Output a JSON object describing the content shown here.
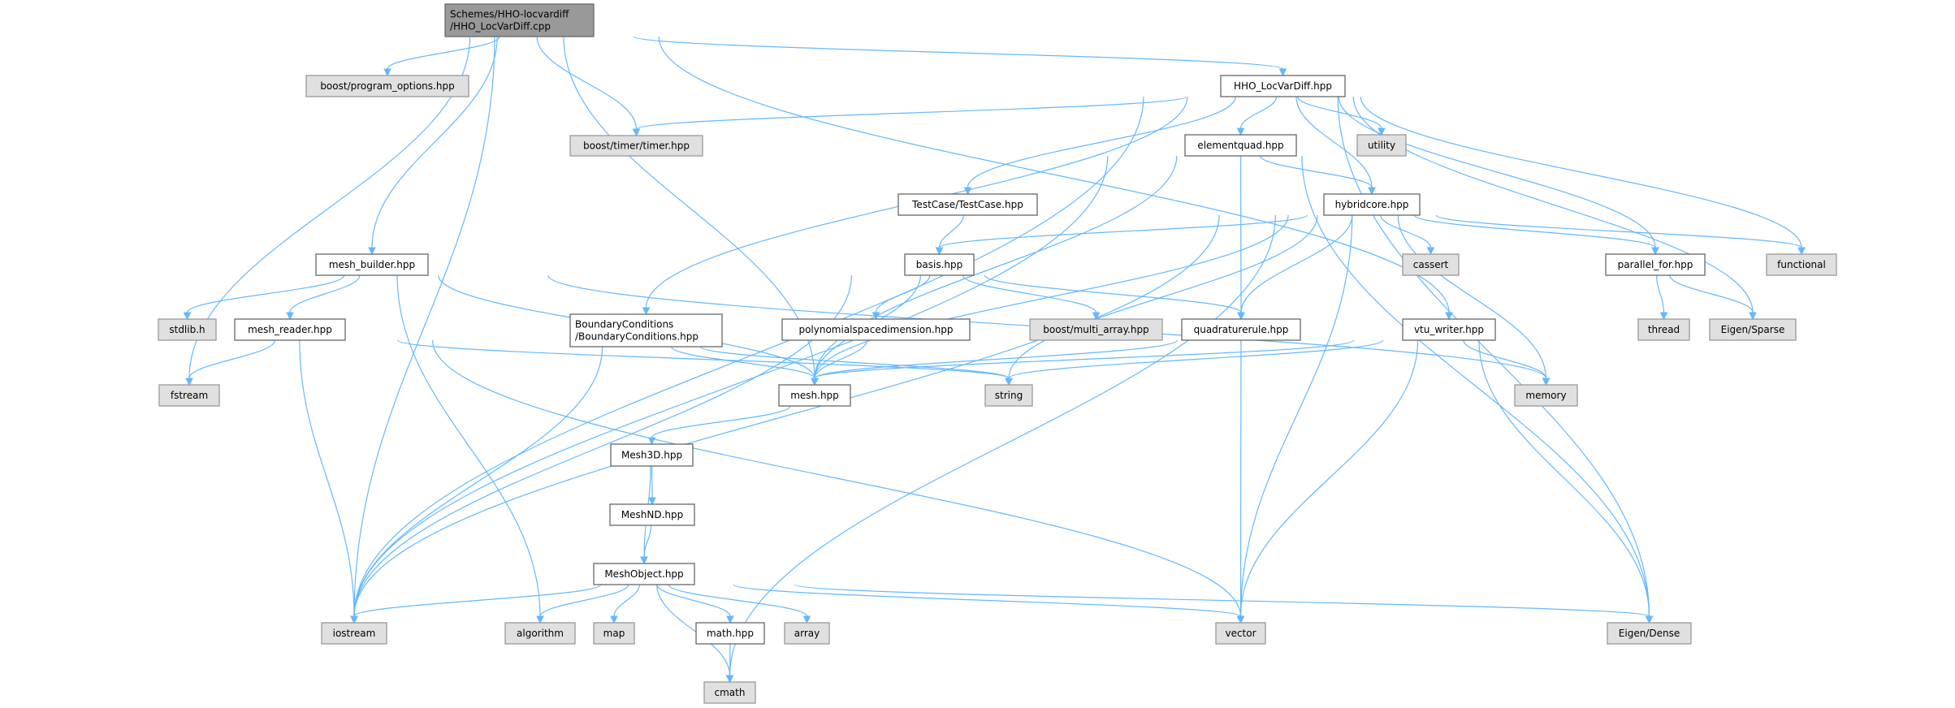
{
  "colors": {
    "edge": "#63b8ff",
    "root_fill": "#999999",
    "local_fill": "#ffffff",
    "system_fill": "#e0e0e0"
  },
  "nodes": {
    "root": {
      "lines": [
        "Schemes/HHO-locvardiff",
        "/HHO_LocVarDiff.cpp"
      ],
      "kind": "root"
    },
    "program_options": {
      "lines": [
        "boost/program_options.hpp"
      ],
      "kind": "system"
    },
    "timer": {
      "lines": [
        "boost/timer/timer.hpp"
      ],
      "kind": "system"
    },
    "hho_hpp": {
      "lines": [
        "HHO_LocVarDiff.hpp"
      ],
      "kind": "local"
    },
    "elementquad": {
      "lines": [
        "elementquad.hpp"
      ],
      "kind": "local"
    },
    "utility": {
      "lines": [
        "utility"
      ],
      "kind": "system"
    },
    "testcase": {
      "lines": [
        "TestCase/TestCase.hpp"
      ],
      "kind": "local"
    },
    "hybridcore": {
      "lines": [
        "hybridcore.hpp"
      ],
      "kind": "local"
    },
    "mesh_builder": {
      "lines": [
        "mesh_builder.hpp"
      ],
      "kind": "local"
    },
    "basis": {
      "lines": [
        "basis.hpp"
      ],
      "kind": "local"
    },
    "cassert": {
      "lines": [
        "cassert"
      ],
      "kind": "system"
    },
    "parallel_for": {
      "lines": [
        "parallel_for.hpp"
      ],
      "kind": "local"
    },
    "functional": {
      "lines": [
        "functional"
      ],
      "kind": "system"
    },
    "stdlib": {
      "lines": [
        "stdlib.h"
      ],
      "kind": "system"
    },
    "mesh_reader": {
      "lines": [
        "mesh_reader.hpp"
      ],
      "kind": "local"
    },
    "boundary": {
      "lines": [
        "BoundaryConditions",
        "/BoundaryConditions.hpp"
      ],
      "kind": "local"
    },
    "polyspace": {
      "lines": [
        "polynomialspacedimension.hpp"
      ],
      "kind": "local"
    },
    "multi_array": {
      "lines": [
        "boost/multi_array.hpp"
      ],
      "kind": "system"
    },
    "quadrature": {
      "lines": [
        "quadraturerule.hpp"
      ],
      "kind": "local"
    },
    "vtu_writer": {
      "lines": [
        "vtu_writer.hpp"
      ],
      "kind": "local"
    },
    "thread": {
      "lines": [
        "thread"
      ],
      "kind": "system"
    },
    "eigen_sparse": {
      "lines": [
        "Eigen/Sparse"
      ],
      "kind": "system"
    },
    "fstream": {
      "lines": [
        "fstream"
      ],
      "kind": "system"
    },
    "mesh": {
      "lines": [
        "mesh.hpp"
      ],
      "kind": "local"
    },
    "string": {
      "lines": [
        "string"
      ],
      "kind": "system"
    },
    "memory": {
      "lines": [
        "memory"
      ],
      "kind": "system"
    },
    "mesh3d": {
      "lines": [
        "Mesh3D.hpp"
      ],
      "kind": "local"
    },
    "meshnd": {
      "lines": [
        "MeshND.hpp"
      ],
      "kind": "local"
    },
    "meshobject": {
      "lines": [
        "MeshObject.hpp"
      ],
      "kind": "local"
    },
    "iostream": {
      "lines": [
        "iostream"
      ],
      "kind": "system"
    },
    "algorithm": {
      "lines": [
        "algorithm"
      ],
      "kind": "system"
    },
    "map": {
      "lines": [
        "map"
      ],
      "kind": "system"
    },
    "math": {
      "lines": [
        "math.hpp"
      ],
      "kind": "local"
    },
    "array": {
      "lines": [
        "array"
      ],
      "kind": "system"
    },
    "vector": {
      "lines": [
        "vector"
      ],
      "kind": "system"
    },
    "eigen_dense": {
      "lines": [
        "Eigen/Dense"
      ],
      "kind": "system"
    },
    "cmath": {
      "lines": [
        "cmath"
      ],
      "kind": "system"
    }
  },
  "edges": [
    [
      "root",
      "program_options"
    ],
    [
      "root",
      "timer"
    ],
    [
      "root",
      "mesh_builder"
    ],
    [
      "root",
      "mesh"
    ],
    [
      "root",
      "hho_hpp"
    ],
    [
      "root",
      "vtu_writer"
    ],
    [
      "root",
      "fstream"
    ],
    [
      "root",
      "iostream"
    ],
    [
      "hho_hpp",
      "timer"
    ],
    [
      "hho_hpp",
      "iostream"
    ],
    [
      "hho_hpp",
      "boundary"
    ],
    [
      "hho_hpp",
      "testcase"
    ],
    [
      "hho_hpp",
      "elementquad"
    ],
    [
      "hho_hpp",
      "hybridcore"
    ],
    [
      "hho_hpp",
      "utility"
    ],
    [
      "hho_hpp",
      "parallel_for"
    ],
    [
      "hho_hpp",
      "functional"
    ],
    [
      "hho_hpp",
      "eigen_sparse"
    ],
    [
      "hho_hpp",
      "eigen_dense"
    ],
    [
      "elementquad",
      "iostream"
    ],
    [
      "elementquad",
      "mesh"
    ],
    [
      "elementquad",
      "quadrature"
    ],
    [
      "elementquad",
      "hybridcore"
    ],
    [
      "elementquad",
      "eigen_dense"
    ],
    [
      "testcase",
      "basis"
    ],
    [
      "hybridcore",
      "iostream"
    ],
    [
      "hybridcore",
      "basis"
    ],
    [
      "hybridcore",
      "quadrature"
    ],
    [
      "hybridcore",
      "mesh"
    ],
    [
      "hybridcore",
      "string"
    ],
    [
      "hybridcore",
      "cassert"
    ],
    [
      "hybridcore",
      "vector"
    ],
    [
      "hybridcore",
      "memory"
    ],
    [
      "hybridcore",
      "parallel_for"
    ],
    [
      "hybridcore",
      "functional"
    ],
    [
      "hybridcore",
      "cmath"
    ],
    [
      "mesh_builder",
      "stdlib"
    ],
    [
      "mesh_builder",
      "mesh_reader"
    ],
    [
      "mesh_builder",
      "mesh"
    ],
    [
      "mesh_builder",
      "algorithm"
    ],
    [
      "mesh_builder",
      "memory"
    ],
    [
      "mesh_reader",
      "fstream"
    ],
    [
      "mesh_reader",
      "iostream"
    ],
    [
      "mesh_reader",
      "string"
    ],
    [
      "mesh_reader",
      "vector"
    ],
    [
      "boundary",
      "mesh"
    ],
    [
      "boundary",
      "iostream"
    ],
    [
      "boundary",
      "string"
    ],
    [
      "basis",
      "iostream"
    ],
    [
      "basis",
      "polyspace"
    ],
    [
      "basis",
      "multi_array"
    ],
    [
      "basis",
      "quadrature"
    ],
    [
      "basis",
      "mesh"
    ],
    [
      "polyspace",
      "mesh"
    ],
    [
      "quadrature",
      "mesh"
    ],
    [
      "quadrature",
      "vector"
    ],
    [
      "vtu_writer",
      "mesh"
    ],
    [
      "vtu_writer",
      "string"
    ],
    [
      "vtu_writer",
      "memory"
    ],
    [
      "vtu_writer",
      "vector"
    ],
    [
      "vtu_writer",
      "eigen_dense"
    ],
    [
      "parallel_for",
      "thread"
    ],
    [
      "parallel_for",
      "eigen_sparse"
    ],
    [
      "mesh",
      "mesh3d"
    ],
    [
      "mesh3d",
      "meshnd"
    ],
    [
      "mesh3d",
      "meshobject"
    ],
    [
      "meshnd",
      "meshobject"
    ],
    [
      "meshobject",
      "iostream"
    ],
    [
      "meshobject",
      "algorithm"
    ],
    [
      "meshobject",
      "map"
    ],
    [
      "meshobject",
      "math"
    ],
    [
      "meshobject",
      "array"
    ],
    [
      "meshobject",
      "cmath"
    ],
    [
      "meshobject",
      "vector"
    ],
    [
      "meshobject",
      "eigen_dense"
    ],
    [
      "math",
      "cmath"
    ]
  ]
}
